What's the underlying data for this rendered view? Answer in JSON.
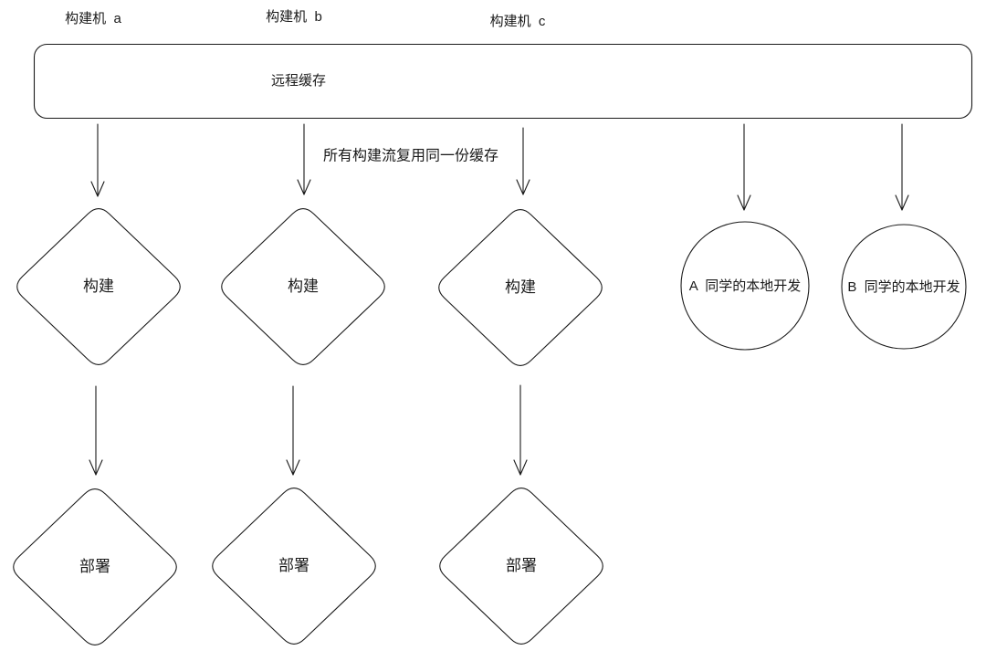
{
  "colors": {
    "stroke": "#1a1a1a",
    "background": "#ffffff"
  },
  "machine_labels": [
    {
      "text": "构建机  a"
    },
    {
      "text": "构建机  b"
    },
    {
      "text": "构建机  c"
    }
  ],
  "remote_cache": {
    "label": "远程缓存"
  },
  "annotation": {
    "text": "所有构建流复用同一份缓存"
  },
  "build_nodes": [
    {
      "label": "构建"
    },
    {
      "label": "构建"
    },
    {
      "label": "构建"
    }
  ],
  "deploy_nodes": [
    {
      "label": "部署"
    },
    {
      "label": "部署"
    },
    {
      "label": "部署"
    }
  ],
  "dev_nodes": [
    {
      "label": "A  同学的本地开发"
    },
    {
      "label": "B  同学的本地开发"
    }
  ]
}
